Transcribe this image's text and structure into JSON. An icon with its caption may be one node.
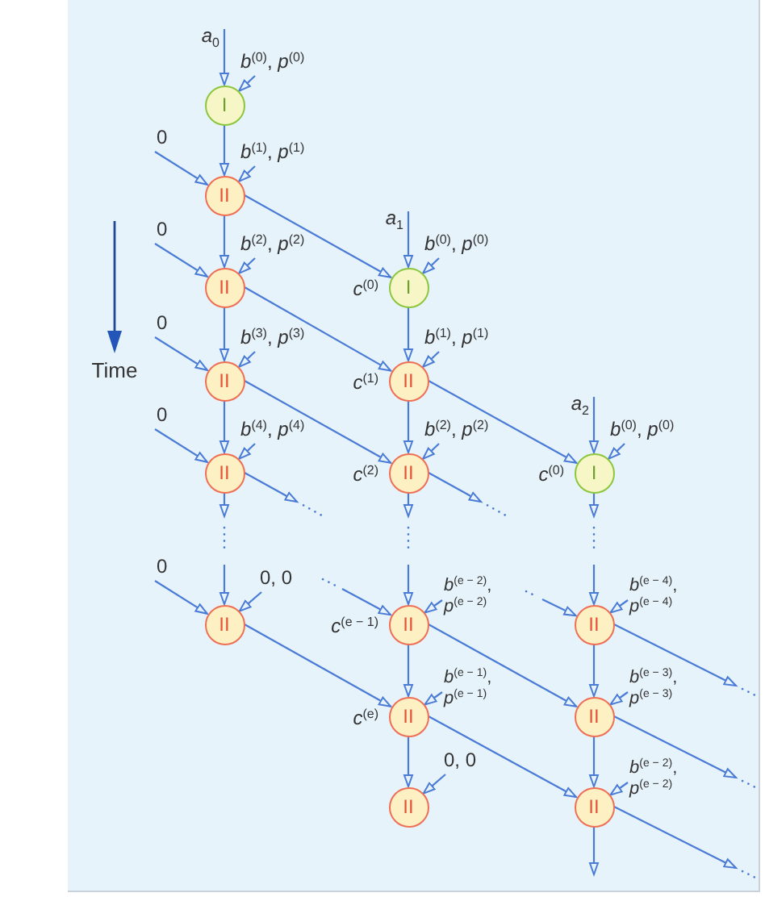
{
  "diagram": {
    "nodes": [
      {
        "text": [
          "*a*$_{0}$"
        ]
      },
      {
        "text": [
          "*b*$^{(0)}$, *p*$^{(0)}$"
        ]
      },
      {
        "text": [
          "I"
        ]
      },
      {
        "text": [
          "0"
        ]
      },
      {
        "text": [
          "*b*$^{(1)}$, *p*$^{(1)}$"
        ]
      },
      {
        "text": [
          "II"
        ]
      },
      {
        "text": [
          "0"
        ]
      },
      {
        "text": [
          "*b*$^{(2)}$, *p*$^{(2)}$"
        ]
      },
      {
        "text": [
          "*a*$_{1}$"
        ]
      },
      {
        "text": [
          "*b*$^{(0)}$, *p*$^{(0)}$"
        ]
      },
      {
        "text": [
          "II"
        ]
      },
      {
        "text": [
          "I"
        ],
        "beside": [
          "*c*$^{(0)}$"
        ]
      },
      {
        "text": [
          "0"
        ]
      },
      {
        "text": [
          "*b*$^{(3)}$, *p*$^{(3)}$"
        ]
      },
      {
        "text": [
          "*b*$^{(1)}$, *p*$^{(1)}$"
        ]
      },
      {
        "text": [
          "II"
        ]
      },
      {
        "text": [
          "II"
        ],
        "beside": [
          "*c*$^{(1)}$"
        ]
      },
      {
        "text": [
          "0"
        ]
      },
      {
        "text": [
          "*b*$^{(4)}$, *p*$^{(4)}$"
        ]
      },
      {
        "text": [
          "*b*$^{(2)}$, *p*$^{(2)}$"
        ]
      },
      {
        "text": [
          "*a*$_{2}$"
        ]
      },
      {
        "text": [
          "*b*$^{(0)}$, *p*$^{(0)}$"
        ]
      },
      {
        "text": [
          "II"
        ]
      },
      {
        "text": [
          "II"
        ],
        "beside": [
          "*c*$^{(2)}$"
        ]
      },
      {
        "text": [
          "I"
        ],
        "beside": [
          "*c*$^{(0)}$"
        ]
      },
      {
        "text": [
          "0"
        ]
      },
      {
        "text": [
          "0, 0"
        ]
      },
      {
        "text": [
          "*b*$^{(e − 2)}$, *p*$^{(e − 2)}$"
        ]
      },
      {
        "text": [
          "*b*$^{(e − 4)}$, *p*$^{(e − 4)}$"
        ]
      },
      {
        "text": [
          "II"
        ]
      },
      {
        "text": [
          "II"
        ],
        "beside": [
          "*c*$^{(e − 1)}$"
        ]
      },
      {
        "text": [
          "II"
        ]
      },
      {
        "text": [
          "*b*$^{(e − 1)}$, *p*$^{(e − 1)}$"
        ]
      },
      {
        "text": [
          "*b*$^{(e − 3)}$, *p*$^{(e − 3)}$"
        ]
      },
      {
        "text": [
          "II"
        ],
        "beside": [
          "*c*$^{(e)}$"
        ]
      },
      {
        "text": [
          "II"
        ]
      },
      {
        "text": [
          "0, 0"
        ]
      },
      {
        "text": [
          "*b*$^{(e − 2)}$, *p*$^{(e − 2)}$"
        ]
      },
      {
        "text": [
          "II"
        ]
      },
      {
        "text": [
          "II"
        ]
      }
    ],
    "edges": [
      {
        "from": 0,
        "to": 2,
        "arrow": "to"
      },
      {
        "from": 1,
        "to": 2,
        "arrow": "to"
      },
      {
        "from": 2,
        "to": 5,
        "arrow": "to"
      },
      {
        "from": 3,
        "to": 5,
        "arrow": "to"
      },
      {
        "from": 4,
        "to": 5,
        "arrow": "to"
      },
      {
        "from": 5,
        "to": 10,
        "arrow": "to"
      },
      {
        "from": 5,
        "to": 11,
        "arrow": "to"
      },
      {
        "from": 6,
        "to": 10,
        "arrow": "to"
      },
      {
        "from": 7,
        "to": 10,
        "arrow": "to"
      },
      {
        "from": 8,
        "to": 11,
        "arrow": "to"
      },
      {
        "from": 9,
        "to": 11,
        "arrow": "to"
      },
      {
        "from": 10,
        "to": 15,
        "arrow": "to"
      },
      {
        "from": 10,
        "to": 16,
        "arrow": "to"
      },
      {
        "from": 11,
        "to": 16,
        "arrow": "to"
      },
      {
        "from": 12,
        "to": 15,
        "arrow": "to"
      },
      {
        "from": 13,
        "to": 15,
        "arrow": "to"
      },
      {
        "from": 14,
        "to": 16,
        "arrow": "to"
      },
      {
        "from": 15,
        "to": 22,
        "arrow": "to"
      },
      {
        "from": 15,
        "to": 23,
        "arrow": "to"
      },
      {
        "from": 16,
        "to": 23,
        "arrow": "to"
      },
      {
        "from": 16,
        "to": 24,
        "arrow": "to"
      },
      {
        "from": 17,
        "to": 22,
        "arrow": "to"
      },
      {
        "from": 18,
        "to": 22,
        "arrow": "to"
      },
      {
        "from": 19,
        "to": 23,
        "arrow": "to"
      },
      {
        "from": 20,
        "to": 24,
        "arrow": "to"
      },
      {
        "from": 21,
        "to": 24,
        "arrow": "to"
      },
      {
        "from": 22,
        "to": null,
        "arrow": "to"
      },
      {
        "from": 22,
        "to": null,
        "arrow": "to"
      },
      {
        "from": 23,
        "to": null,
        "arrow": "to"
      },
      {
        "from": 23,
        "to": null,
        "arrow": "to"
      },
      {
        "from": 24,
        "to": null,
        "arrow": "to"
      },
      {
        "from": null,
        "to": 29,
        "arrow": "to"
      },
      {
        "from": null,
        "to": 30,
        "arrow": "to"
      },
      {
        "from": null,
        "to": 30,
        "arrow": "to"
      },
      {
        "from": null,
        "to": 31,
        "arrow": "to"
      },
      {
        "from": null,
        "to": 31,
        "arrow": "to"
      },
      {
        "from": 25,
        "to": 29,
        "arrow": "to"
      },
      {
        "from": 26,
        "to": 29,
        "arrow": "to"
      },
      {
        "from": 27,
        "to": 30,
        "arrow": "to"
      },
      {
        "from": 28,
        "to": 31,
        "arrow": "to"
      },
      {
        "from": 29,
        "to": 34,
        "arrow": "to"
      },
      {
        "from": 30,
        "to": 34,
        "arrow": "to"
      },
      {
        "from": 30,
        "to": 35,
        "arrow": "to"
      },
      {
        "from": 31,
        "to": 35,
        "arrow": "to"
      },
      {
        "from": 31,
        "to": null,
        "arrow": "to"
      },
      {
        "from": 32,
        "to": 34,
        "arrow": "to"
      },
      {
        "from": 33,
        "to": 35,
        "arrow": "to"
      },
      {
        "from": 34,
        "to": 38,
        "arrow": "to"
      },
      {
        "from": 34,
        "to": 39,
        "arrow": "to"
      },
      {
        "from": 35,
        "to": 39,
        "arrow": "to"
      },
      {
        "from": 35,
        "to": null,
        "arrow": "to"
      },
      {
        "from": 36,
        "to": 38,
        "arrow": "to"
      },
      {
        "from": 37,
        "to": 39,
        "arrow": "to"
      },
      {
        "from": 39,
        "to": null,
        "arrow": "to"
      },
      {
        "from": 39,
        "to": null,
        "arrow": "to"
      }
    ],
    "labels": [
      "Time"
    ]
  }
}
